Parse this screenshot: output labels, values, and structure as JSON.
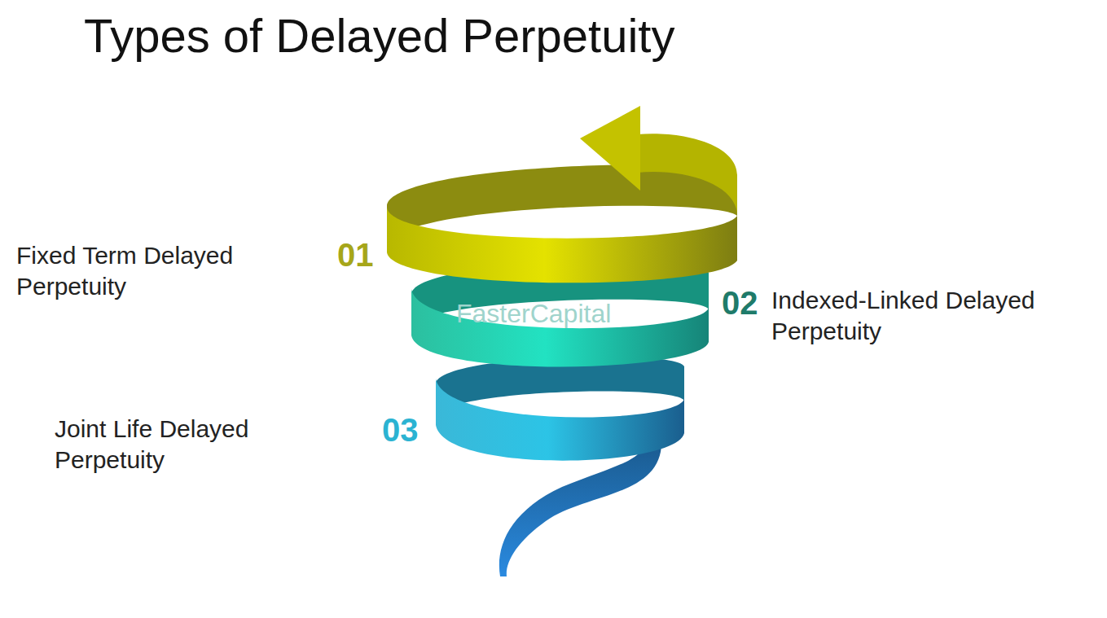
{
  "diagram": {
    "title": "Types of Delayed Perpetuity",
    "labels": [
      "01",
      "Fixed Term Delayed Perpetuity",
      "02",
      "Indexed-Linked Delayed Perpetuity",
      "03",
      "Joint Life Delayed Perpetuity",
      "FasterCapital"
    ]
  }
}
